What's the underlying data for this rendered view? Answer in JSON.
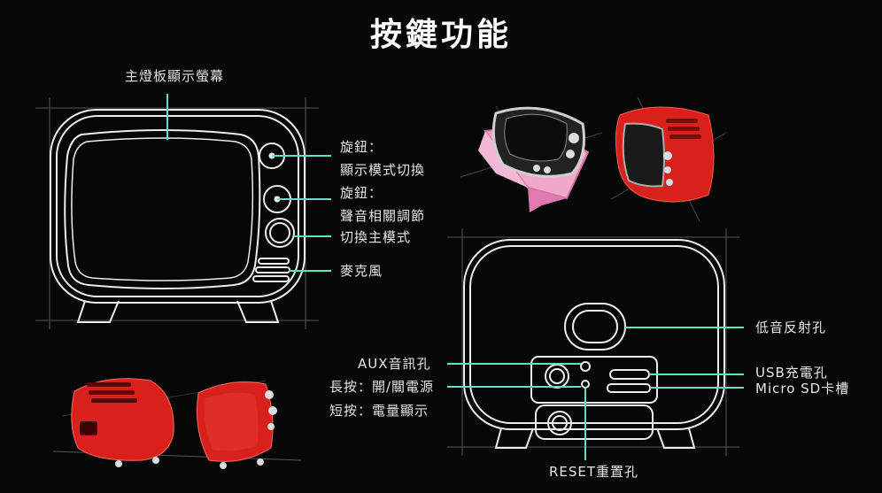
{
  "title": "按鍵功能",
  "labels": {
    "display_screen": "主燈板顯示螢幕",
    "knob1_line1": "旋鈕：",
    "knob1_line2": "顯示模式切換",
    "knob2_line1": "旋鈕：",
    "knob2_line2": "聲音相關調節",
    "main_mode": "切換主模式",
    "microphone": "麥克風",
    "bass_port": "低音反射孔",
    "aux": "AUX音訊孔",
    "power_long": "長按：開/關電源",
    "power_short": "短按：電量顯示",
    "usb": "USB充電孔",
    "micro_sd": "Micro SD卡槽",
    "reset": "RESET重置孔"
  },
  "colors": {
    "background": "#070707",
    "outline": "#ececec",
    "leader": "#5fe0c8",
    "product_red": "#d8201c",
    "product_pink": "#f0a8c8"
  }
}
